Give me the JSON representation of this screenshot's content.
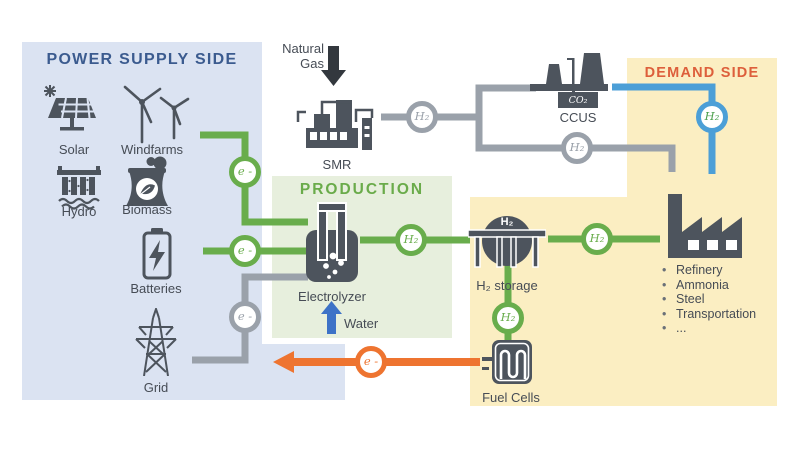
{
  "panels": {
    "power_supply_side": {
      "label": "POWER SUPPLY SIDE"
    },
    "production_panel": {
      "label": "PRODUCTION"
    },
    "demand_side": {
      "label": "DEMAND SIDE"
    }
  },
  "power_supply": {
    "solar": "Solar",
    "windfarms": "Windfarms",
    "hydro": "Hydro",
    "biomass": "Biomass",
    "batteries": "Batteries",
    "grid": "Grid"
  },
  "production": {
    "natural_gas": "Natural Gas",
    "smr": "SMR",
    "electrolyzer": "Electrolyzer",
    "water": "Water"
  },
  "capture": {
    "co2": "CO₂",
    "ccus": "CCUS"
  },
  "demand": {
    "h2_storage": "H₂ storage",
    "fuel_cells": "Fuel Cells",
    "bullet": "•",
    "industries": [
      "Refinery",
      "Ammonia",
      "Steel",
      "Transportation",
      "..."
    ]
  },
  "badges": {
    "electron": "e -",
    "hydrogen": "H₂"
  },
  "colors": {
    "power_panel": "#dbe3f2",
    "production_panel": "#e7efdd",
    "demand_panel": "#fbeec2",
    "green_line": "#69ad4c",
    "gray_line": "#9aa1aa",
    "blue_line": "#4c9fd7",
    "orange_line": "#ee7430",
    "water_arrow": "#3d72c7",
    "natural_gas_arrow": "#33383e",
    "icon_dark": "#4d545d",
    "power_title": "#3b5b8f",
    "production_title": "#6aab4a",
    "demand_title": "#dd5f3b"
  }
}
